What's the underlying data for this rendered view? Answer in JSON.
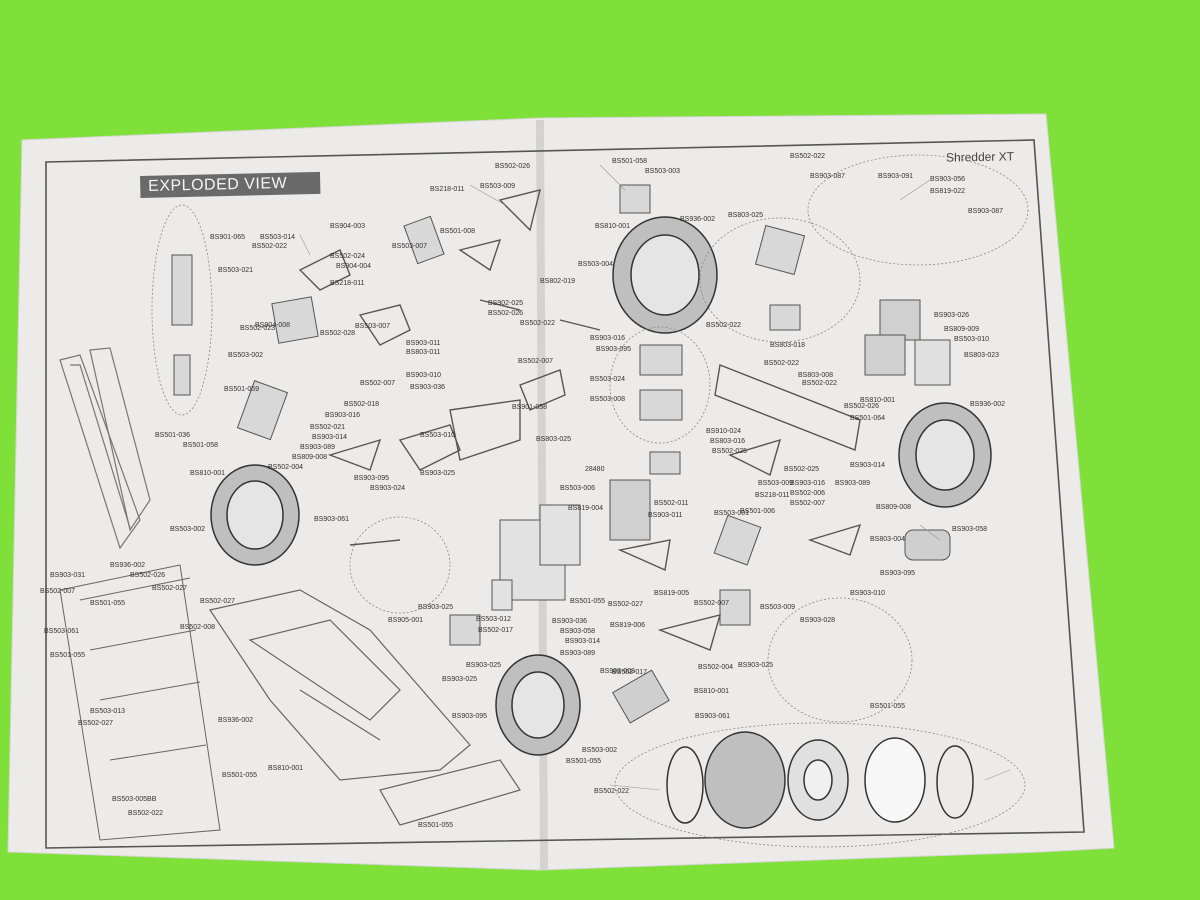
{
  "document": {
    "title": "EXPLODED VIEW",
    "model": "Shredder XT",
    "background_color": "#7fe03a",
    "paper_color": "#ecebe9"
  },
  "part_labels": [
    "BS502-026",
    "BS503-009",
    "BS218-011",
    "BS501-058",
    "BS503-003",
    "BS502-022",
    "BS903-087",
    "BS903-091",
    "BS903-056",
    "BS819-022",
    "BS903-087",
    "BS904-003",
    "BS502-022",
    "BS502-024",
    "BS904-004",
    "BS218-011",
    "BS503-021",
    "BS501-008",
    "BS503-007",
    "BS936-002",
    "BS810-001",
    "BS803-025",
    "BS503-004",
    "BS802-019",
    "BS902-025",
    "BS502-026",
    "BS502-022",
    "BS502-023",
    "BS904-008",
    "BS503-007",
    "BS502-028",
    "BS903-011",
    "BS803-011",
    "BS502-007",
    "BS903-016",
    "BS903-095",
    "BS903-026",
    "BS809-009",
    "BS503-010",
    "BS502-022",
    "BS803-018",
    "BS803-023",
    "BS501-059",
    "BS503-002",
    "BS502-007",
    "BS903-010",
    "BS903-036",
    "BS503-024",
    "BS503-008",
    "BS502-022",
    "BS803-008",
    "BS502-022",
    "BS502-026",
    "BS501-064",
    "BS810-001",
    "BS936-002",
    "BS501-036",
    "BS501-058",
    "BS502-018",
    "BS903-016",
    "BS502-021",
    "BS903-014",
    "BS903-089",
    "BS809-008",
    "BS502-004",
    "BS903-095",
    "BS903-024",
    "BS503-010",
    "BS903-025",
    "BS901-058",
    "BS803-025",
    "BS910-024",
    "BS803-016",
    "BS502-025",
    "BS810-001",
    "28480",
    "BS503-006",
    "BS819-004",
    "BS502-011",
    "BS903-011",
    "BS503-001",
    "BS501-006",
    "BS502-007",
    "BS502-025",
    "BS503-009",
    "BS903-016",
    "BS502-006",
    "BS218-011",
    "BS903-089",
    "BS903-014",
    "BS809-008",
    "BS803-004",
    "BS903-058",
    "BS903-095",
    "BS503-002",
    "BS903-061",
    "BS936-002",
    "BS903-031",
    "BS502-026",
    "BS502-027",
    "BS502-007",
    "BS501-055",
    "BS502-027",
    "BS503-061",
    "BS501-055",
    "BS502-027",
    "BS819-005",
    "BS502-007",
    "BS503-009",
    "BS903-010",
    "BS903-028",
    "BS903-025",
    "BS905-001",
    "BS503-012",
    "BS502-017",
    "BS819-006",
    "BS903-036",
    "BS903-058",
    "BS903-014",
    "BS903-089",
    "BS903-008",
    "BS502-004",
    "BS903-025",
    "BS502-008",
    "BS903-025",
    "BS903-025",
    "BS501-055",
    "BS502-017",
    "BS810-001",
    "BS501-055",
    "BS903-095",
    "BS903-061",
    "BS503-013",
    "BS936-002",
    "BS503-002",
    "BS501-055",
    "BS502-027",
    "BS810-001",
    "BS502-022",
    "BS501-055",
    "BS503-005BB",
    "BS502-022",
    "BS501-055",
    "BS901-065",
    "BS503-014"
  ]
}
